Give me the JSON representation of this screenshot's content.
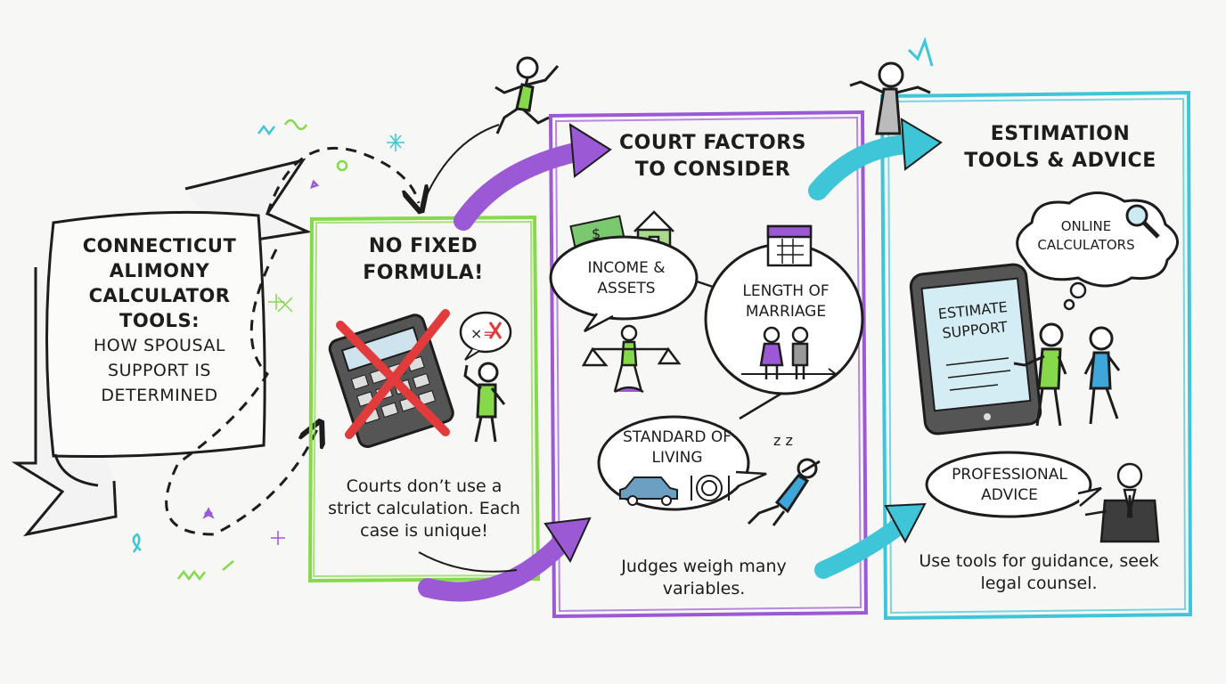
{
  "banner": {
    "line1": "CONNECTICUT ALIMONY CALCULATOR TOOLS:",
    "line2": "HOW SPOUSAL SUPPORT IS DETERMINED"
  },
  "panel1": {
    "title": "NO FIXED FORMULA!",
    "caption": "Courts don’t use a strict calculation. Each case is unique!"
  },
  "panel2": {
    "title": "COURT FACTORS TO CONSIDER",
    "bubbles": {
      "income": "INCOME & ASSETS",
      "marriage": "LENGTH OF MARRIAGE",
      "living": "STANDARD OF LIVING"
    },
    "caption": "Judges weigh many variables."
  },
  "panel3": {
    "title": "ESTIMATION TOOLS & ADVICE",
    "cloud": "ONLINE CALCULATORS",
    "tablet": "ESTIMATE SUPPORT",
    "advice": "PROFESSIONAL ADVICE",
    "caption": "Use tools for guidance, seek legal counsel."
  },
  "colors": {
    "green": "#86d94a",
    "purple": "#9b59d6",
    "teal": "#3ec6d8",
    "ink": "#1d1d1d",
    "red": "#e23b3b"
  }
}
